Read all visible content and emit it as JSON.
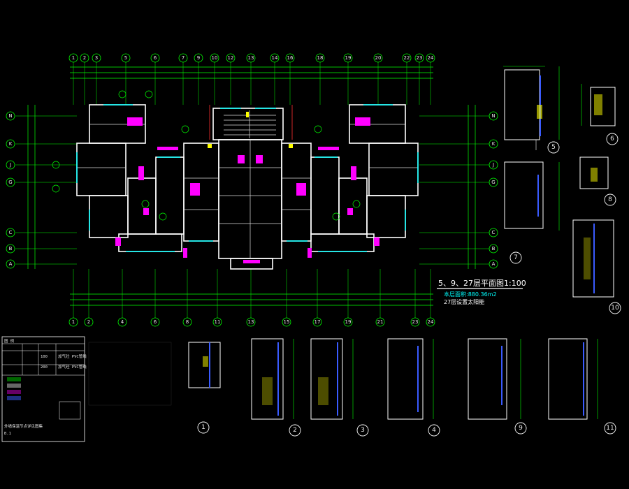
{
  "drawing": {
    "title": "5、9、27层平面图1:100",
    "area_note": "本层面积:880.36m2",
    "sub_note": "27层设置太阳能"
  },
  "axes": {
    "top": [
      "1",
      "2",
      "3",
      "5",
      "6",
      "7",
      "9",
      "10",
      "12",
      "13",
      "14",
      "16",
      "18",
      "19",
      "20",
      "22",
      "23",
      "24"
    ],
    "bottom": [
      "1",
      "2",
      "4",
      "6",
      "8",
      "11",
      "13",
      "15",
      "17",
      "19",
      "21",
      "23",
      "24"
    ],
    "left": [
      "N",
      "K",
      "J",
      "G",
      "C",
      "B",
      "A"
    ],
    "right": [
      "N",
      "K",
      "J",
      "G",
      "C",
      "B",
      "A"
    ]
  },
  "detail_callouts": [
    "5",
    "6",
    "7",
    "8",
    "10",
    "1",
    "2",
    "3",
    "4",
    "9",
    "11"
  ],
  "legend": {
    "header": "图 例",
    "rows": [
      {
        "thk": "100",
        "desc": "加气砼 PVC管线"
      },
      {
        "thk": "200",
        "desc": "加气砼 PVC管线"
      }
    ],
    "foot_lines": [
      "外墙保温节点详见图集",
      "B.1",
      ""
    ]
  },
  "colors": {
    "wall": "#ffffff",
    "grid": "#00ff00",
    "dim": "#00ff00",
    "window": "#00ffff",
    "door": "#ff00ff",
    "accent": "#ffff00",
    "blue": "#3a5bff",
    "red": "#ff3030"
  }
}
